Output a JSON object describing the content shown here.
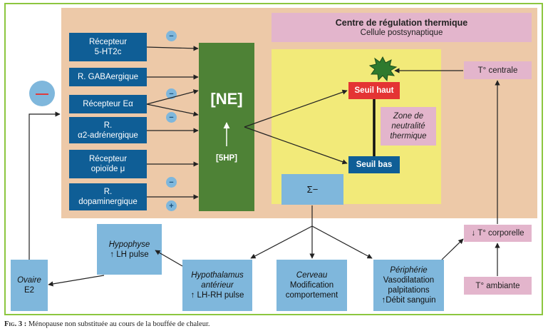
{
  "title": "Centre de régulation thermique",
  "subtitle": "Cellule postsynaptique",
  "receptors": [
    {
      "line1": "Récepteur",
      "line2": "5-HT2c",
      "sign": "−"
    },
    {
      "line1": "R. GABAergique",
      "line2": ""
    },
    {
      "line1": "Récepteur Eα",
      "line2": "",
      "sign": "−"
    },
    {
      "line1": "R.",
      "line2": "α2-adrénergique",
      "sign": "−"
    },
    {
      "line1": "Récepteur",
      "line2": "opioïde μ"
    },
    {
      "line1": "R.",
      "line2": "dopaminergique",
      "sign": "−",
      "sign2": "+"
    }
  ],
  "ne": "[NE]",
  "shp": "[5HP]",
  "seuil_haut": "Seuil haut",
  "seuil_bas": "Seuil bas",
  "zone": {
    "l1": "Zone de",
    "l2": "neutralité",
    "l3": "thermique"
  },
  "t_centrale": "T° centrale",
  "t_corporelle": "↓ T° corporelle",
  "t_ambiante": "T° ambiante",
  "sigma": "Σ−",
  "minus_big": "—",
  "hypophyse": {
    "l1": "Hypophyse",
    "l2": "↑ LH pulse"
  },
  "hypothalamus": {
    "l1": "Hypothalamus",
    "l2": "antérieur",
    "l3": "↑ LH-RH pulse"
  },
  "cerveau": {
    "l1": "Cerveau",
    "l2": "Modification",
    "l3": "comportement"
  },
  "peripherie": {
    "l1": "Périphérie",
    "l2": "Vasodilatation",
    "l3": "palpitations",
    "l4": "↑Débit sanguin"
  },
  "ovaire": {
    "l1": "Ovaire",
    "l2": "E2"
  },
  "caption": {
    "label": "Fig. 3 :",
    "text": " Ménopause non substituée au cours de la bouffée de chaleur."
  },
  "colors": {
    "frame": "#8cc63f",
    "peach": "#edc9a8",
    "yellow": "#f2ea79",
    "pink": "#e3b5cc",
    "dark_blue": "#0f5e96",
    "light_blue": "#7fb7dc",
    "green": "#4e8236",
    "red": "#e43434"
  }
}
